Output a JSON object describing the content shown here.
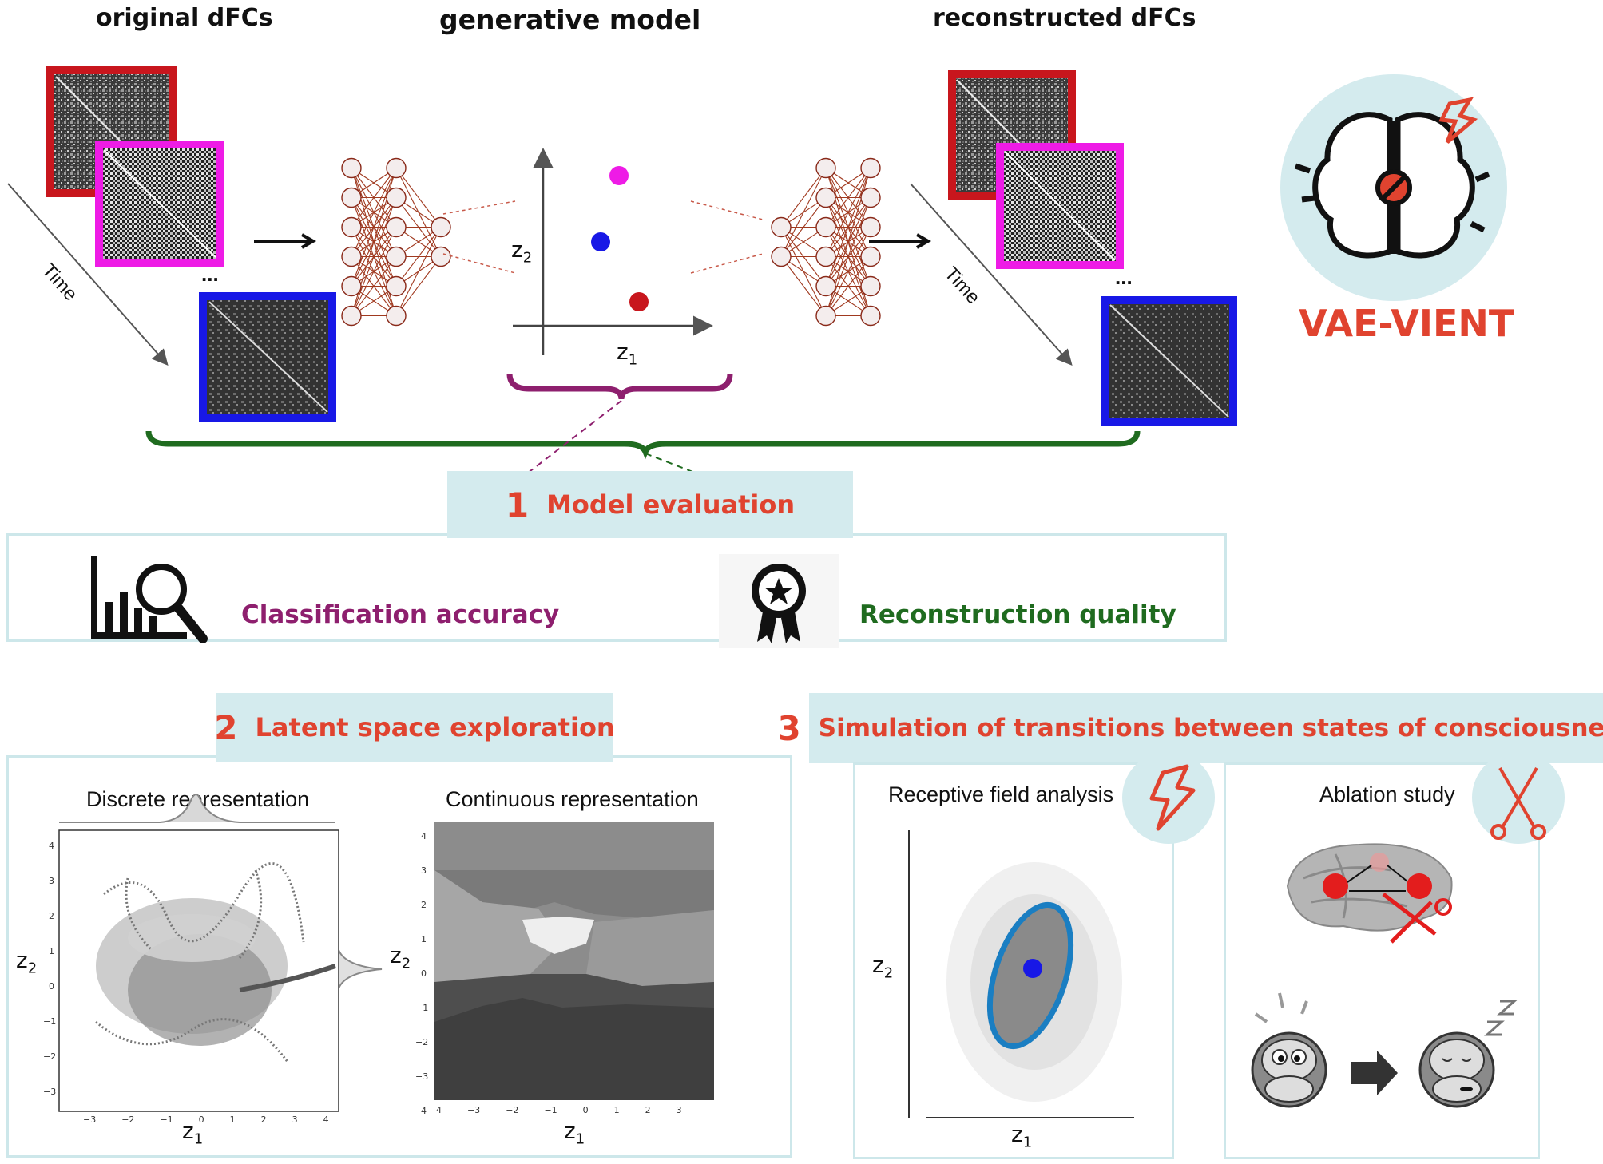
{
  "headers": {
    "original": "original dFCs",
    "generative": "generative model",
    "reconstructed": "reconstructed dFCs"
  },
  "time_label": "Time",
  "ellipsis": "...",
  "latent_axes": {
    "x": "z",
    "x_sub": "1",
    "y": "z",
    "y_sub": "2"
  },
  "brand": {
    "name": "VAE-VIENT",
    "color": "#e0432f"
  },
  "section1": {
    "num": "1",
    "title": "Model evaluation",
    "items": [
      {
        "label": "Classification accuracy",
        "color": "#8e1f6e",
        "icon": "chart-magnifier-icon"
      },
      {
        "label": "Reconstruction quality",
        "color": "#1f6b1f",
        "icon": "award-badge-icon"
      }
    ]
  },
  "section2": {
    "num": "2",
    "title": "Latent space exploration",
    "discrete": {
      "title": "Discrete representation",
      "yticks": [
        "4",
        "3",
        "2",
        "1",
        "0",
        "−1",
        "−2",
        "−3"
      ],
      "xticks": [
        "−3",
        "−2",
        "−1",
        "0",
        "1",
        "2",
        "3",
        "4"
      ]
    },
    "continuous": {
      "title": "Continuous representation",
      "yticks": [
        "4",
        "3",
        "2",
        "1",
        "0",
        "−1",
        "−2",
        "−3",
        "4"
      ],
      "xticks": [
        "4",
        "−3",
        "−2",
        "−1",
        "0",
        "1",
        "2",
        "3"
      ]
    }
  },
  "section3": {
    "num": "3",
    "title": "Simulation of transitions between states of consciousness",
    "receptive": {
      "title": "Receptive field analysis",
      "icon": "lightning-icon"
    },
    "ablation": {
      "title": "Ablation study",
      "icon": "scissors-icon"
    }
  },
  "colors": {
    "red": "#c8161d",
    "magenta": "#ee1be6",
    "blue": "#1818e6",
    "teal": "#d4ebee",
    "purple": "#8e1f6e",
    "green": "#1f6b1f"
  }
}
